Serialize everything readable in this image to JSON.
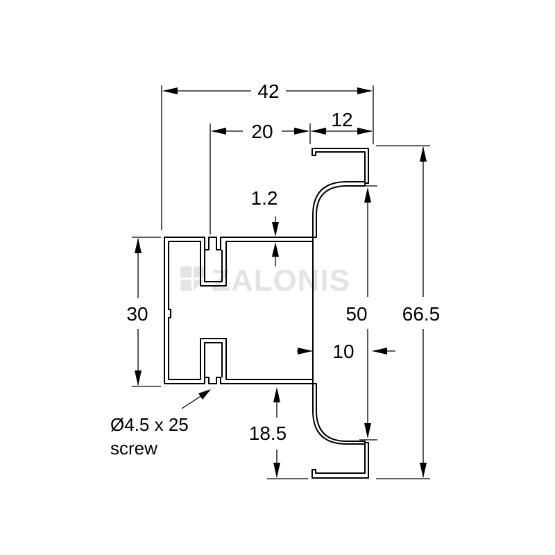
{
  "drawing": {
    "dimensions": {
      "overall_width": "42",
      "slot_offset": "20",
      "flange_width": "12",
      "wall_thickness": "1.2",
      "body_height": "30",
      "inner_height": "50",
      "overall_height": "66.5",
      "web_offset": "10",
      "base_offset": "18.5"
    },
    "screw_note": {
      "line1": "Ø4.5 x 25",
      "line2": "screw"
    },
    "watermark": {
      "text": "ZALONIS",
      "logo": "zalonis-logo-icon"
    },
    "colors": {
      "line": "#000000",
      "watermark": "#e4e4e4",
      "background": "#ffffff"
    }
  }
}
